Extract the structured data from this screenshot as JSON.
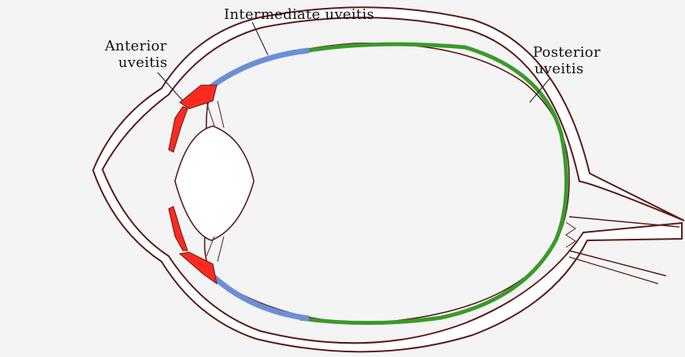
{
  "labels": {
    "intermediate": "Intermediate uveitis",
    "anterior_line1": "Anterior",
    "anterior_line2": "uveitis",
    "posterior_line1": "Posterior",
    "posterior_line2": "uveitis"
  },
  "colors": {
    "background": "#f4f4f4",
    "anterior_uvea": "#ff2a1f",
    "intermediate_uvea": "#6b8fd6",
    "posterior_uvea": "#3a9a2a",
    "outline": "#5a1a1a"
  }
}
